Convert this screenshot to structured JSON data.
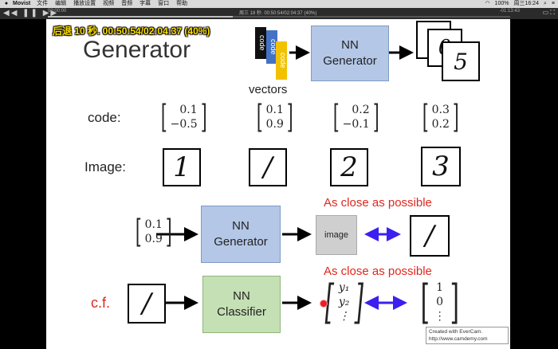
{
  "menubar": {
    "app": "Movist",
    "items": [
      "文件",
      "编辑",
      "播放设置",
      "视频",
      "音频",
      "字幕",
      "窗口",
      "帮助"
    ],
    "right_battery": "100%",
    "right_clock": "周三16:24"
  },
  "player": {
    "time_left": "00:00:00",
    "title": "周三 18 秒. 00:50:54/02:04:37 (40%)",
    "time_right": "-01:13:43",
    "progress": 0.4,
    "osd": "后退 10 秒. 00:50:54/02:04:37 (40%)"
  },
  "slide": {
    "title": "Generator",
    "code_bars": [
      "code",
      "code",
      "code"
    ],
    "vectors_label": "vectors",
    "nn_generator_top": [
      "NN",
      "Generator"
    ],
    "code_label": "code:",
    "image_label": "Image:",
    "code_vectors": [
      [
        "0.1",
        "−0.5"
      ],
      [
        "0.1",
        "0.9"
      ],
      [
        "0.2",
        "−0.1"
      ],
      [
        "0.3",
        "0.2"
      ]
    ],
    "digits": [
      "1",
      "/",
      "2",
      "3"
    ],
    "top_digits": [
      "0",
      "5"
    ],
    "row3_vector": [
      "0.1",
      "0.9"
    ],
    "row3_box": [
      "NN",
      "Generator"
    ],
    "image_placeholder": "image",
    "close1": "As close as possible",
    "row3_digit": "/",
    "cf_label": "c.f.",
    "row4_digit": "/",
    "row4_box": [
      "NN",
      "Classifier"
    ],
    "close2": "As close as possible",
    "y_vector": [
      "y₁",
      "y₂",
      "⋮"
    ],
    "target_vector": [
      "1",
      "0",
      "⋮"
    ],
    "watermark_line1": "Created with EverCam.",
    "watermark_line2": "http://www.camdemy.com"
  },
  "colors": {
    "nn_blue": "#b4c7e7",
    "nn_green": "#c5e0b4",
    "red_text": "#e0271d",
    "arrow_purple": "#3b20f0",
    "osd_yellow": "#ffe000"
  }
}
